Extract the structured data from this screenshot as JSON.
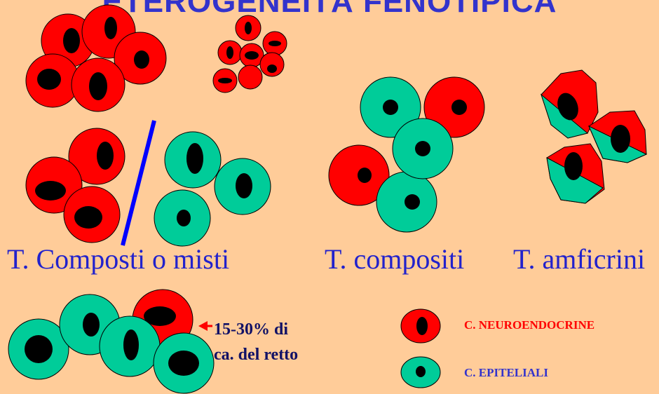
{
  "title": "ETEROGENEITÀ FENOTIPICA",
  "captions": {
    "composti": "T. Composti o misti",
    "compositi": "T. compositi",
    "amficrini": "T. amficrini"
  },
  "note": {
    "line1": "15-30% di",
    "line2": "ca. del retto"
  },
  "legend": {
    "neuroendocrine": "C. NEUROENDOCRINE",
    "epiteliali": "C. EPITELIALI"
  },
  "colors": {
    "background": "#FFCC99",
    "neuroendocrine": "#FF0000",
    "epithelial": "#00CC99",
    "nucleus": "#000000",
    "title": "#3333CC",
    "divider": "#0000FF"
  }
}
